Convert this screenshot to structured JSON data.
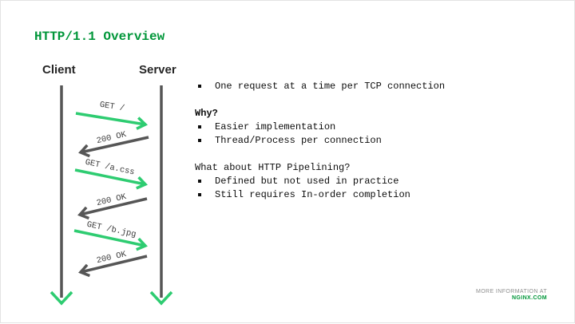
{
  "slide": {
    "title": "HTTP/1.1 Overview"
  },
  "colors": {
    "brand_green": "#009639",
    "arrow_green": "#2ecc71",
    "line_gray": "#565656",
    "text_black": "#0d0d0d"
  },
  "diagram": {
    "client_label": "Client",
    "server_label": "Server",
    "messages": [
      {
        "label": "GET /",
        "direction": "client-to-server",
        "color": "green"
      },
      {
        "label": "200 OK",
        "direction": "server-to-client",
        "color": "gray"
      },
      {
        "label": "GET /a.css",
        "direction": "client-to-server",
        "color": "green"
      },
      {
        "label": "200 OK",
        "direction": "server-to-client",
        "color": "gray"
      },
      {
        "label": "GET /b.jpg",
        "direction": "client-to-server",
        "color": "green"
      },
      {
        "label": "200 OK",
        "direction": "server-to-client",
        "color": "gray"
      }
    ]
  },
  "content": {
    "intro_bullets": [
      "One request at a time per TCP connection"
    ],
    "why_heading": "Why?",
    "why_bullets": [
      "Easier implementation",
      "Thread/Process per connection"
    ],
    "pipelining_heading": "What about HTTP Pipelining?",
    "pipelining_bullets": [
      "Defined but not used in practice",
      "Still requires In-order completion"
    ]
  },
  "footer": {
    "more_info_label": "MORE INFORMATION AT",
    "site_label": "NGINX.COM"
  }
}
